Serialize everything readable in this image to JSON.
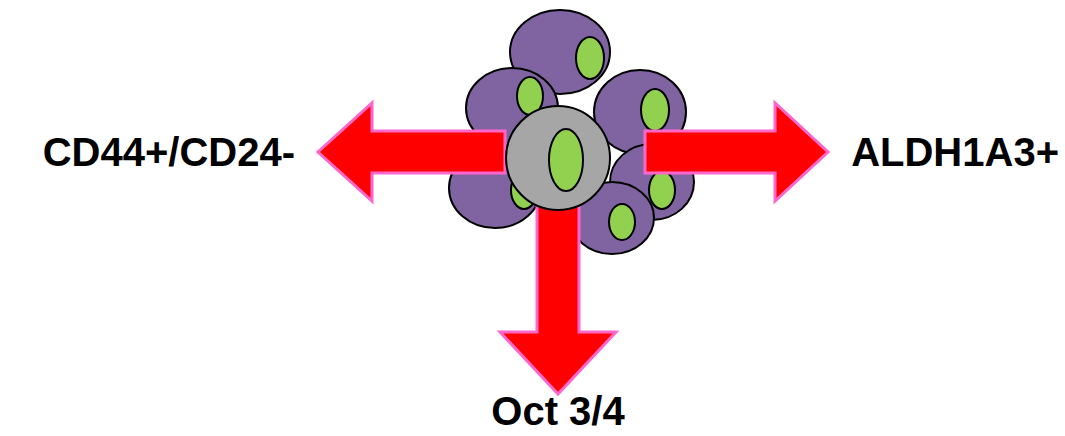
{
  "diagram": {
    "labels": [
      "CD44+/CD24-",
      "ALDH1A3+",
      "Oct 3/4"
    ]
  }
}
